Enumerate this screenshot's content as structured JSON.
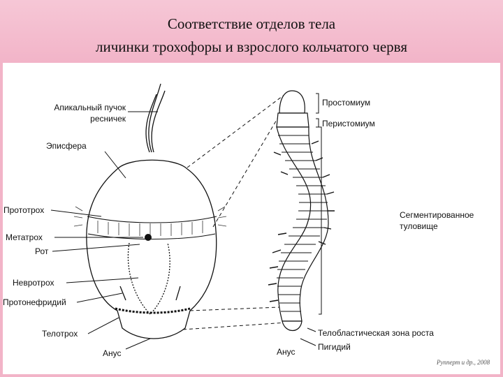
{
  "title": {
    "line1": "Соответствие отделов тела",
    "line2": "личинки трохофоры и взрослого кольчатого червя"
  },
  "labels_left": {
    "apical_1": "Апикальный пучок",
    "apical_2": "ресничек",
    "episphere": "Эписфера",
    "prototroch": "Прототрох",
    "metatroch": "Метатрох",
    "mouth": "Рот",
    "neurotroch": "Невротрох",
    "protonephridium": "Протонефридий",
    "telotroch": "Телотрох",
    "anus": "Анус"
  },
  "labels_right": {
    "prostomium": "Простомиум",
    "peristomium": "Перистомиум",
    "trunk_1": "Сегментированное",
    "trunk_2": "туловище",
    "growth_zone": "Телобластическая зона роста",
    "anus": "Анус",
    "pygidium": "Пигидий"
  },
  "credit": "Рупперт и др., 2008"
}
